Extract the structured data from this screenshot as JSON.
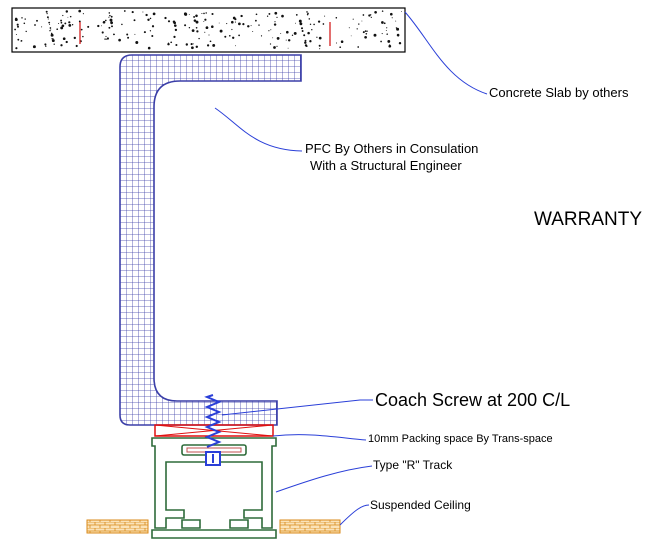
{
  "labels": {
    "concrete": "Concrete Slab by others",
    "pfc_line1": "PFC By Others in Consulation",
    "pfc_line2": "With a Structural Engineer",
    "warranty": "WARRANTY",
    "coach_screw": "Coach Screw at 200 C/L",
    "packing": "10mm Packing space  By Trans-space",
    "track": "Type \"R\" Track",
    "ceiling": "Suspended Ceiling"
  },
  "colors": {
    "steel_outline": "#3b3fa8",
    "leader": "#2a3fd8",
    "packing": "#e01010",
    "track": "#2e6b3a",
    "ceiling": "#d98a1a",
    "concrete_mark": "#d42020"
  }
}
